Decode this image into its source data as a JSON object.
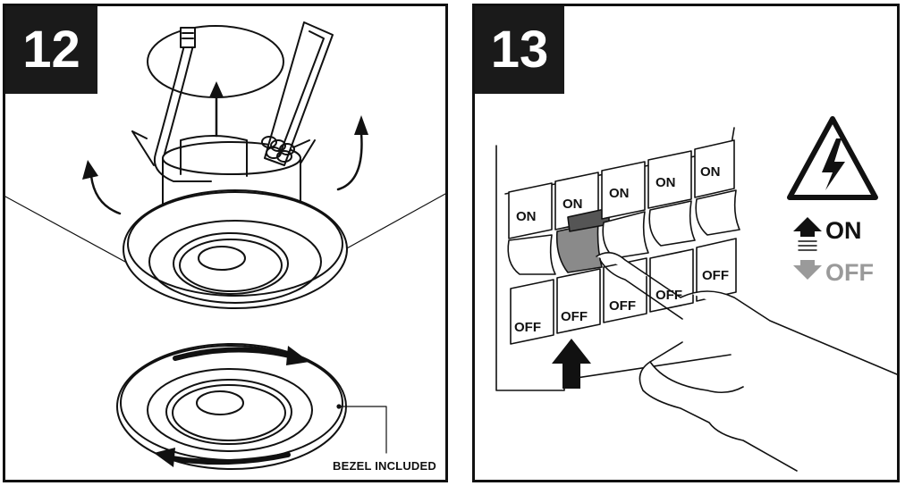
{
  "steps": [
    {
      "number": "12",
      "label": "BEZEL INCLUDED"
    },
    {
      "number": "13"
    }
  ],
  "switches": [
    {
      "on": "ON",
      "off": "OFF"
    },
    {
      "on": "ON",
      "off": "OFF"
    },
    {
      "on": "ON",
      "off": "OFF"
    },
    {
      "on": "ON",
      "off": "OFF"
    },
    {
      "on": "ON",
      "off": "OFF"
    }
  ],
  "legend": {
    "on": "ON",
    "off": "OFF"
  },
  "colors": {
    "line": "#111111",
    "badge": "#1a1a1a",
    "off_gray": "#9a9a9a",
    "switch_highlight": "#8a8a8a"
  },
  "icons": [
    "high-voltage-warning-icon",
    "arrow-up-icon",
    "arrow-down-icon",
    "rotate-arrow-icon"
  ]
}
